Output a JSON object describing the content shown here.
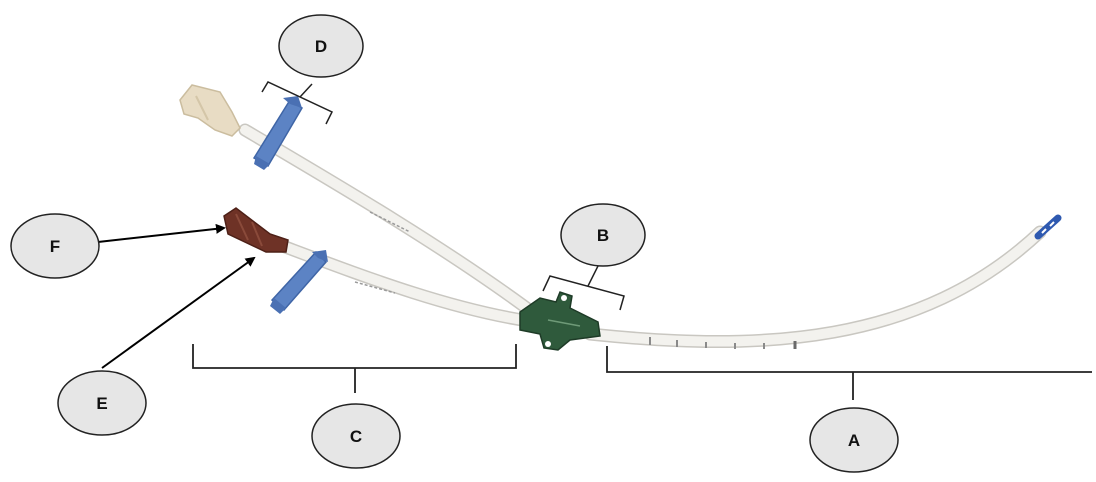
{
  "diagram": {
    "callouts": {
      "a": "A",
      "b": "B",
      "c": "C",
      "d": "D",
      "e": "E",
      "f": "F"
    },
    "colors": {
      "tube": "#f3f2ee",
      "tube_edge": "#c9c7c1",
      "clamp_blue": "#5c83c4",
      "cap_cream": "#e8dcc4",
      "hub_green": "#2f5a3c",
      "cap_brown": "#6e3226",
      "tip_blue": "#2e59b0",
      "outline": "#000000",
      "callout_fill": "#e6e6e6"
    }
  }
}
